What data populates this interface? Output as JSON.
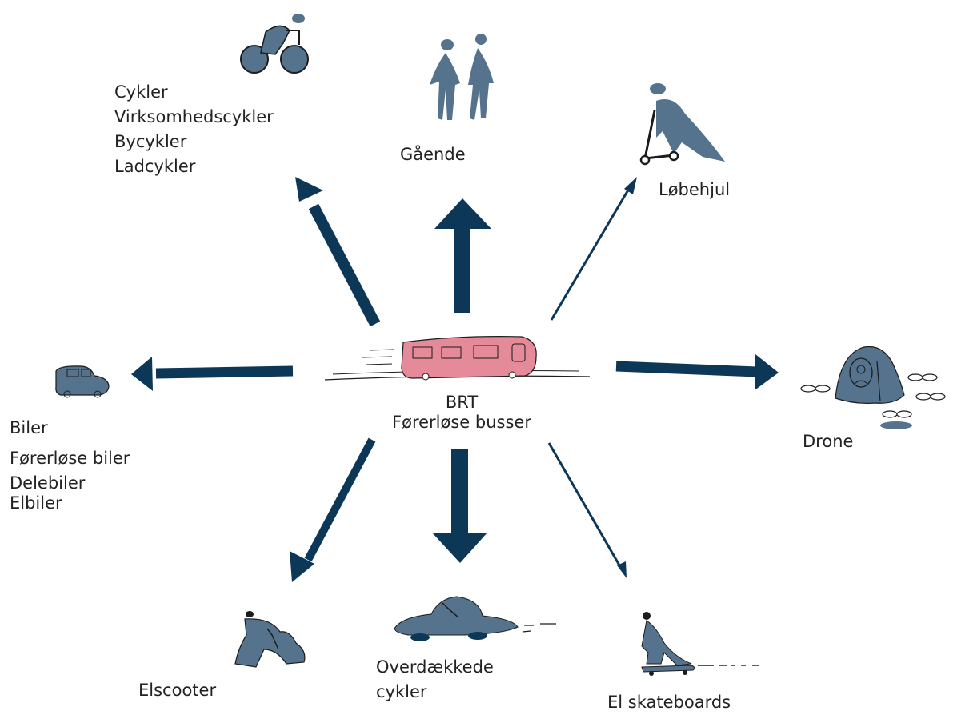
{
  "center": {
    "lines": [
      "BRT",
      "Førerløse busser"
    ]
  },
  "nodes": {
    "cycles": {
      "lines": [
        "Cykler",
        "Virksomhedscykler",
        "Bycykler",
        "Ladcykler"
      ]
    },
    "walking": {
      "lines": [
        "Gående"
      ]
    },
    "kickbike": {
      "lines": [
        "Løbehjul"
      ]
    },
    "cars": {
      "lines": [
        "Biler",
        "Førerløse biler",
        "Delebiler",
        "Elbiler"
      ]
    },
    "drone": {
      "lines": [
        "Drone"
      ]
    },
    "escooter": {
      "lines": [
        "Elscooter"
      ]
    },
    "covered": {
      "lines": [
        "Overdækkede",
        "cykler"
      ]
    },
    "skate": {
      "lines": [
        "El skateboards"
      ]
    }
  },
  "colors": {
    "arrow": "#0c3757",
    "icon": "#55738c",
    "bus": "#e58a98",
    "outline": "#1c1c1c"
  },
  "icons": [
    "cyclist-icon",
    "walkers-icon",
    "kick-scooter-icon",
    "car-icon",
    "drone-icon",
    "bus-icon",
    "motor-scooter-icon",
    "covered-bike-icon",
    "skateboarder-icon"
  ]
}
